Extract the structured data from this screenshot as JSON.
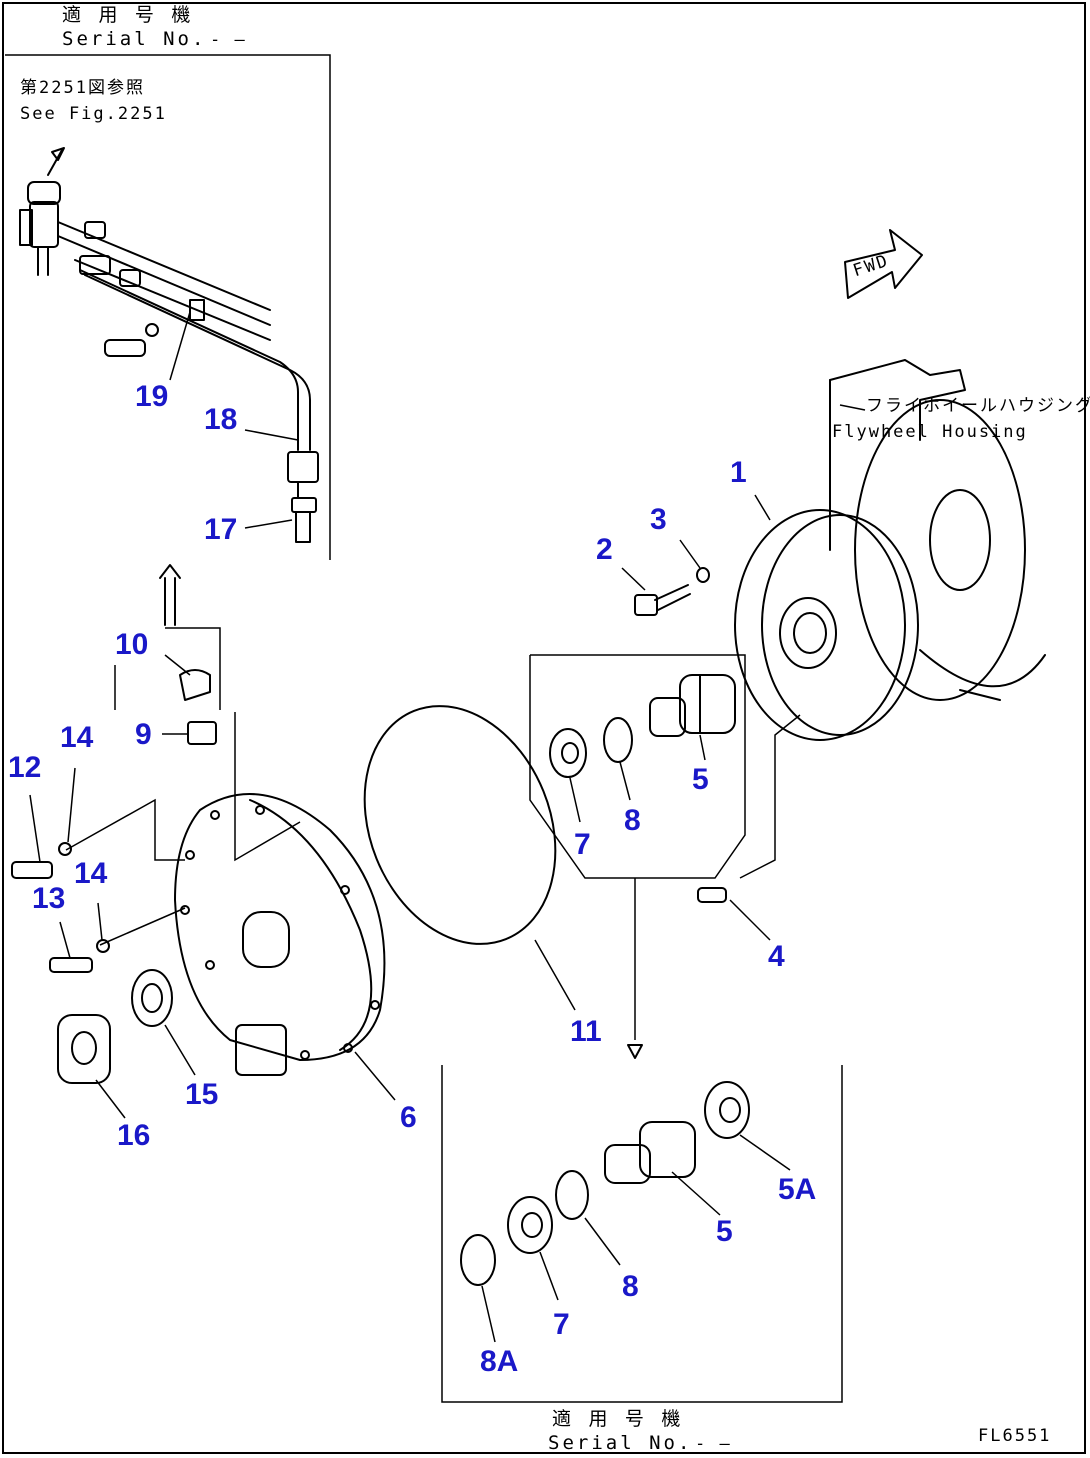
{
  "header": {
    "serial_jp": "適 用 号 機",
    "serial_en": "Serial No.",
    "serial_range": "- —"
  },
  "inset_top": {
    "ref_jp": "第2251図参照",
    "ref_en": "See Fig.2251"
  },
  "flywheel": {
    "label_jp": "フライホイールハウジング",
    "label_en": "Flywheel Housing"
  },
  "direction_label": "FWD",
  "inset_bottom": {
    "serial_jp": "適 用 号 機",
    "serial_en": "Serial No.",
    "serial_range": "- —"
  },
  "figure_code": "FL6551",
  "parts": {
    "p1": "1",
    "p2": "2",
    "p3": "3",
    "p4": "4",
    "p5": "5",
    "p5b": "5",
    "p5a": "5A",
    "p6": "6",
    "p7": "7",
    "p7b": "7",
    "p8": "8",
    "p8b": "8",
    "p8a": "8A",
    "p9": "9",
    "p10": "10",
    "p11": "11",
    "p12": "12",
    "p13": "13",
    "p14": "14",
    "p14b": "14",
    "p15": "15",
    "p16": "16",
    "p17": "17",
    "p18": "18",
    "p19": "19"
  }
}
